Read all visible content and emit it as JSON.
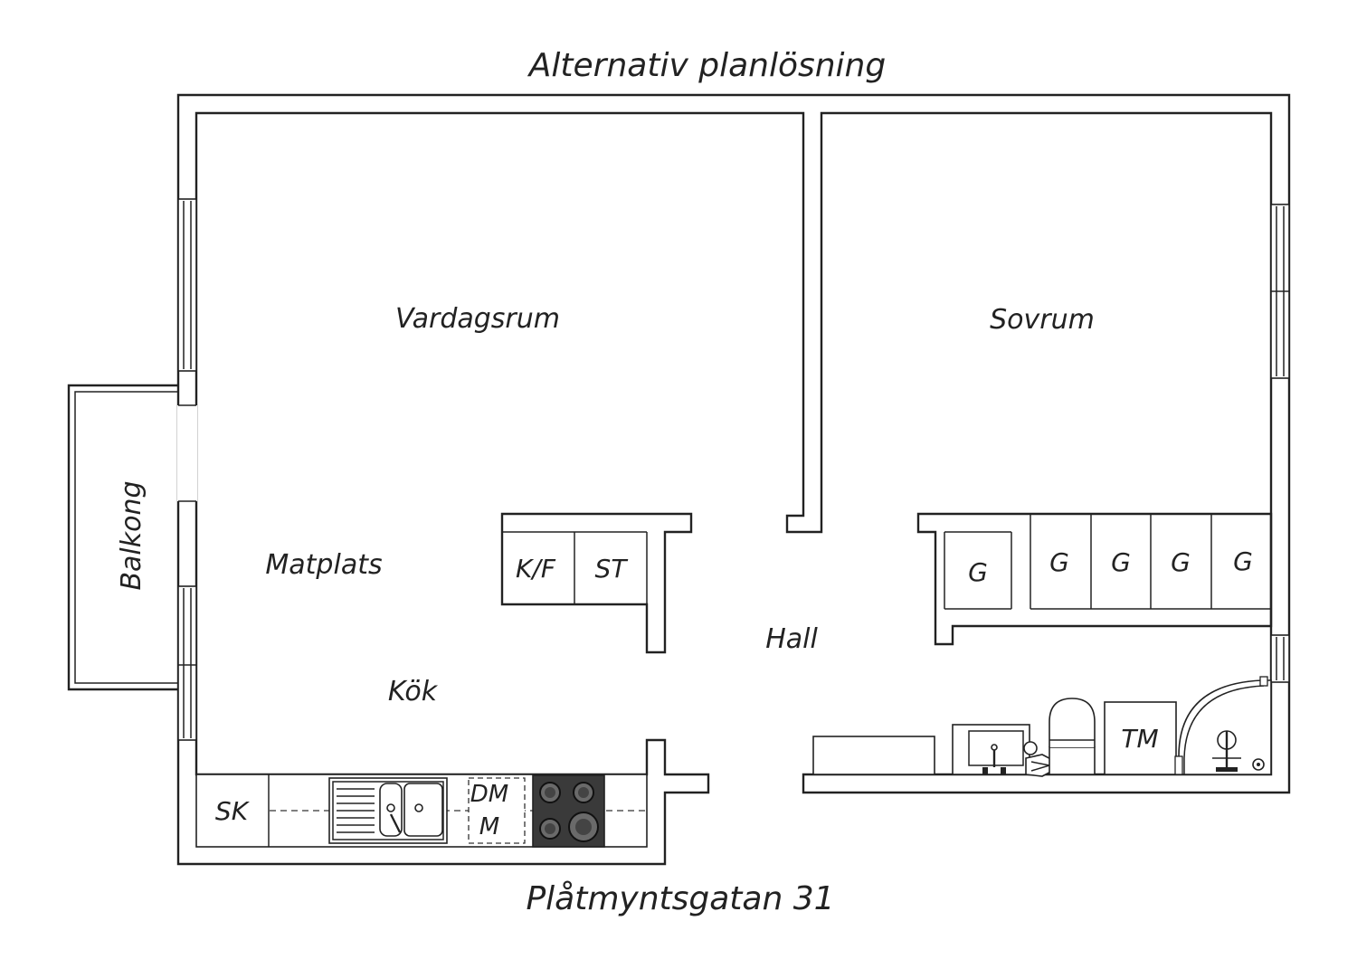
{
  "title": "Alternativ planlösning",
  "address": "Plåtmyntsgatan 31",
  "rooms": {
    "living": "Vardagsrum",
    "bedroom": "Sovrum",
    "dining": "Matplats",
    "kitchen": "Kök",
    "hall": "Hall",
    "balcony": "Balkong"
  },
  "fixtures": {
    "fridge_freezer": "K/F",
    "closet": "ST",
    "wardrobe": "G",
    "cleaning_cabinet": "SK",
    "dishwasher": "DM",
    "microwave": "M",
    "washer": "TM"
  }
}
